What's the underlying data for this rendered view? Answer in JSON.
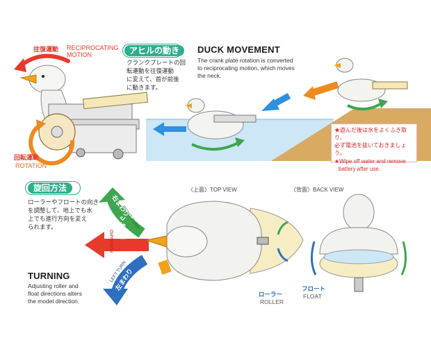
{
  "top_left": {
    "reciprocating_jp": "往復運動",
    "reciprocating_en_1": "RECIPROCATING",
    "reciprocating_en_2": "MOTION",
    "rotation_jp": "回転運動",
    "rotation_en": "ROTATION"
  },
  "duck_movement": {
    "title_jp": "アヒルの動き",
    "title_en": "DUCK MOVEMENT",
    "body_jp": [
      "クランクプレートの回",
      "転運動を往復運動",
      "に変えて、首が前後",
      "に動きます。"
    ],
    "body_en": [
      "The crank plate rotation is converted",
      "to reciprocating motion, which moves",
      "the neck."
    ]
  },
  "warning": {
    "jp_1": "★遊んだ後は水をよくふき取り、",
    "jp_2": "必ず電池を抜いておきましょう。",
    "en_1": "★Wipe off water and remove",
    "en_2": "battery after use."
  },
  "turning": {
    "title_jp": "旋回方法",
    "body_jp": [
      "ローラーやフロートの向き",
      "を調整して、地上でも水",
      "上でも進行方向を変え",
      "られます。"
    ],
    "title_en": "TURNING",
    "body_en": [
      "Adjusting roller and",
      "float directions alters",
      "the model direction."
    ],
    "right_turn_jp": "右まわり",
    "right_turn_en": "RIGHT TURN",
    "forward_jp": "まっすぐ",
    "forward_en": "FORWARD",
    "left_turn_jp": "左まわり",
    "left_turn_en": "LEFT TURN"
  },
  "views": {
    "top_view": "〈上面〉TOP VIEW",
    "back_view": "〈背面〉BACK VIEW",
    "roller_jp": "ローラー",
    "roller_en": "ROLLER",
    "float_jp": "フロート",
    "float_en": "FLOAT"
  },
  "colors": {
    "teal": "#2fae8c",
    "red": "#e83a2a",
    "orange": "#ef8a1e",
    "blue_arrow": "#2f8fe0",
    "water": "#cde7f6",
    "sand": "#d9aa62",
    "green_arrow": "#3fa650"
  }
}
